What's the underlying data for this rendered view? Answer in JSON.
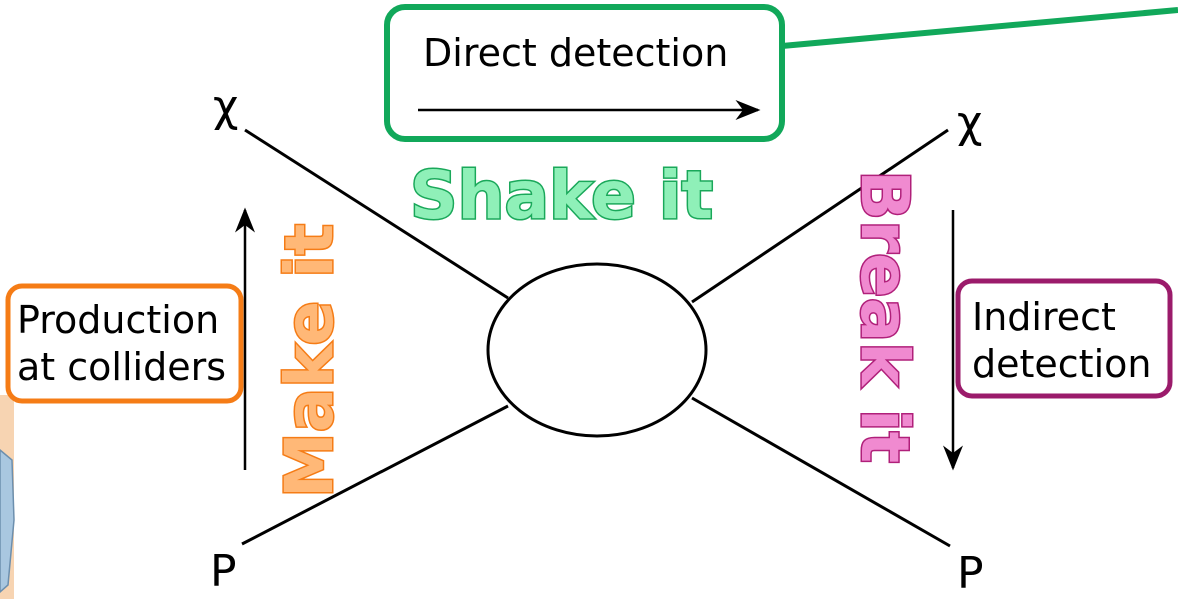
{
  "particles": {
    "top_left": "χ",
    "top_right": "χ",
    "bottom_left": "P",
    "bottom_right": "P"
  },
  "boxes": {
    "direct": {
      "text": "Direct detection",
      "color": "#11a85a"
    },
    "production": {
      "line1": "Production",
      "line2": "at colliders",
      "color": "#f57c16"
    },
    "indirect": {
      "line1": "Indirect",
      "line2": "detection",
      "color": "#9b1b6b"
    }
  },
  "captions": {
    "shake": "Shake it",
    "make": "Make it",
    "break": "Break it"
  }
}
